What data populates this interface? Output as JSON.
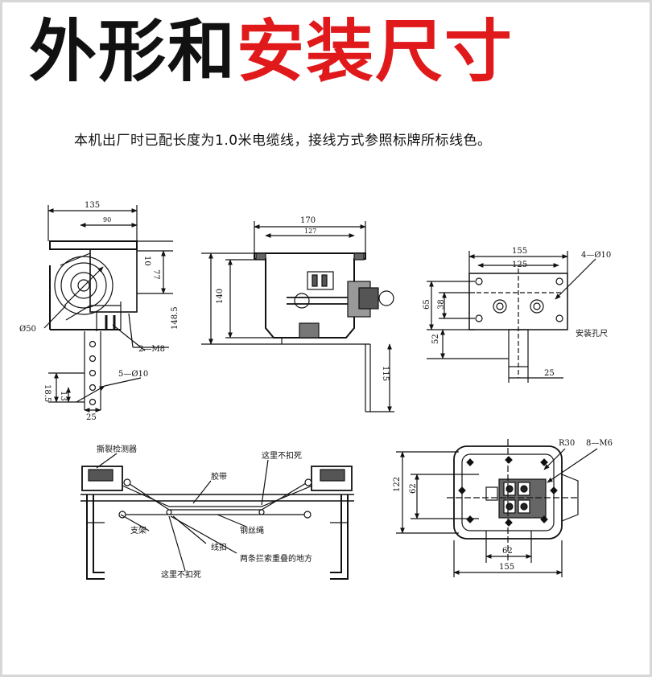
{
  "title": {
    "black": "外形和",
    "red": "安装尺寸",
    "black_color": "#111111",
    "red_color": "#e0191b"
  },
  "subtitle": "本机出厂时已配长度为1.0米电缆线，接线方式参照标牌所标线色。",
  "fig1": {
    "dim_135": "135",
    "dim_90": "90",
    "dim_10": "10",
    "dim_77": "77",
    "phi50": "Ø50",
    "m8": "2—M8",
    "holes": "5—Ø10",
    "dim_185": "18.5",
    "dim_13": "13",
    "dim_25": "25"
  },
  "fig2": {
    "dim_170": "170",
    "dim_127": "127",
    "dim_1485": "148.5",
    "dim_140": "140",
    "dim_115": "115"
  },
  "fig3": {
    "dim_155": "155",
    "dim_125": "125",
    "holes": "4—Ø10",
    "dim_65": "65",
    "dim_38": "38",
    "dim_52": "52",
    "dim_25": "25",
    "label": "安装孔尺"
  },
  "fig4": {
    "detector": "撕裂检测器",
    "not_tied_top": "这里不扣死",
    "belt": "胶带",
    "wire_rope": "钢丝绳",
    "bracket": "支架",
    "clip": "线扣",
    "overlap": "两条拦索重叠的地方",
    "not_tied_bottom": "这里不扣死"
  },
  "fig5": {
    "r30": "R30",
    "m6": "8—M6",
    "dim_122": "122",
    "dim_62v": "62",
    "dim_62h": "62",
    "dim_155": "155"
  }
}
